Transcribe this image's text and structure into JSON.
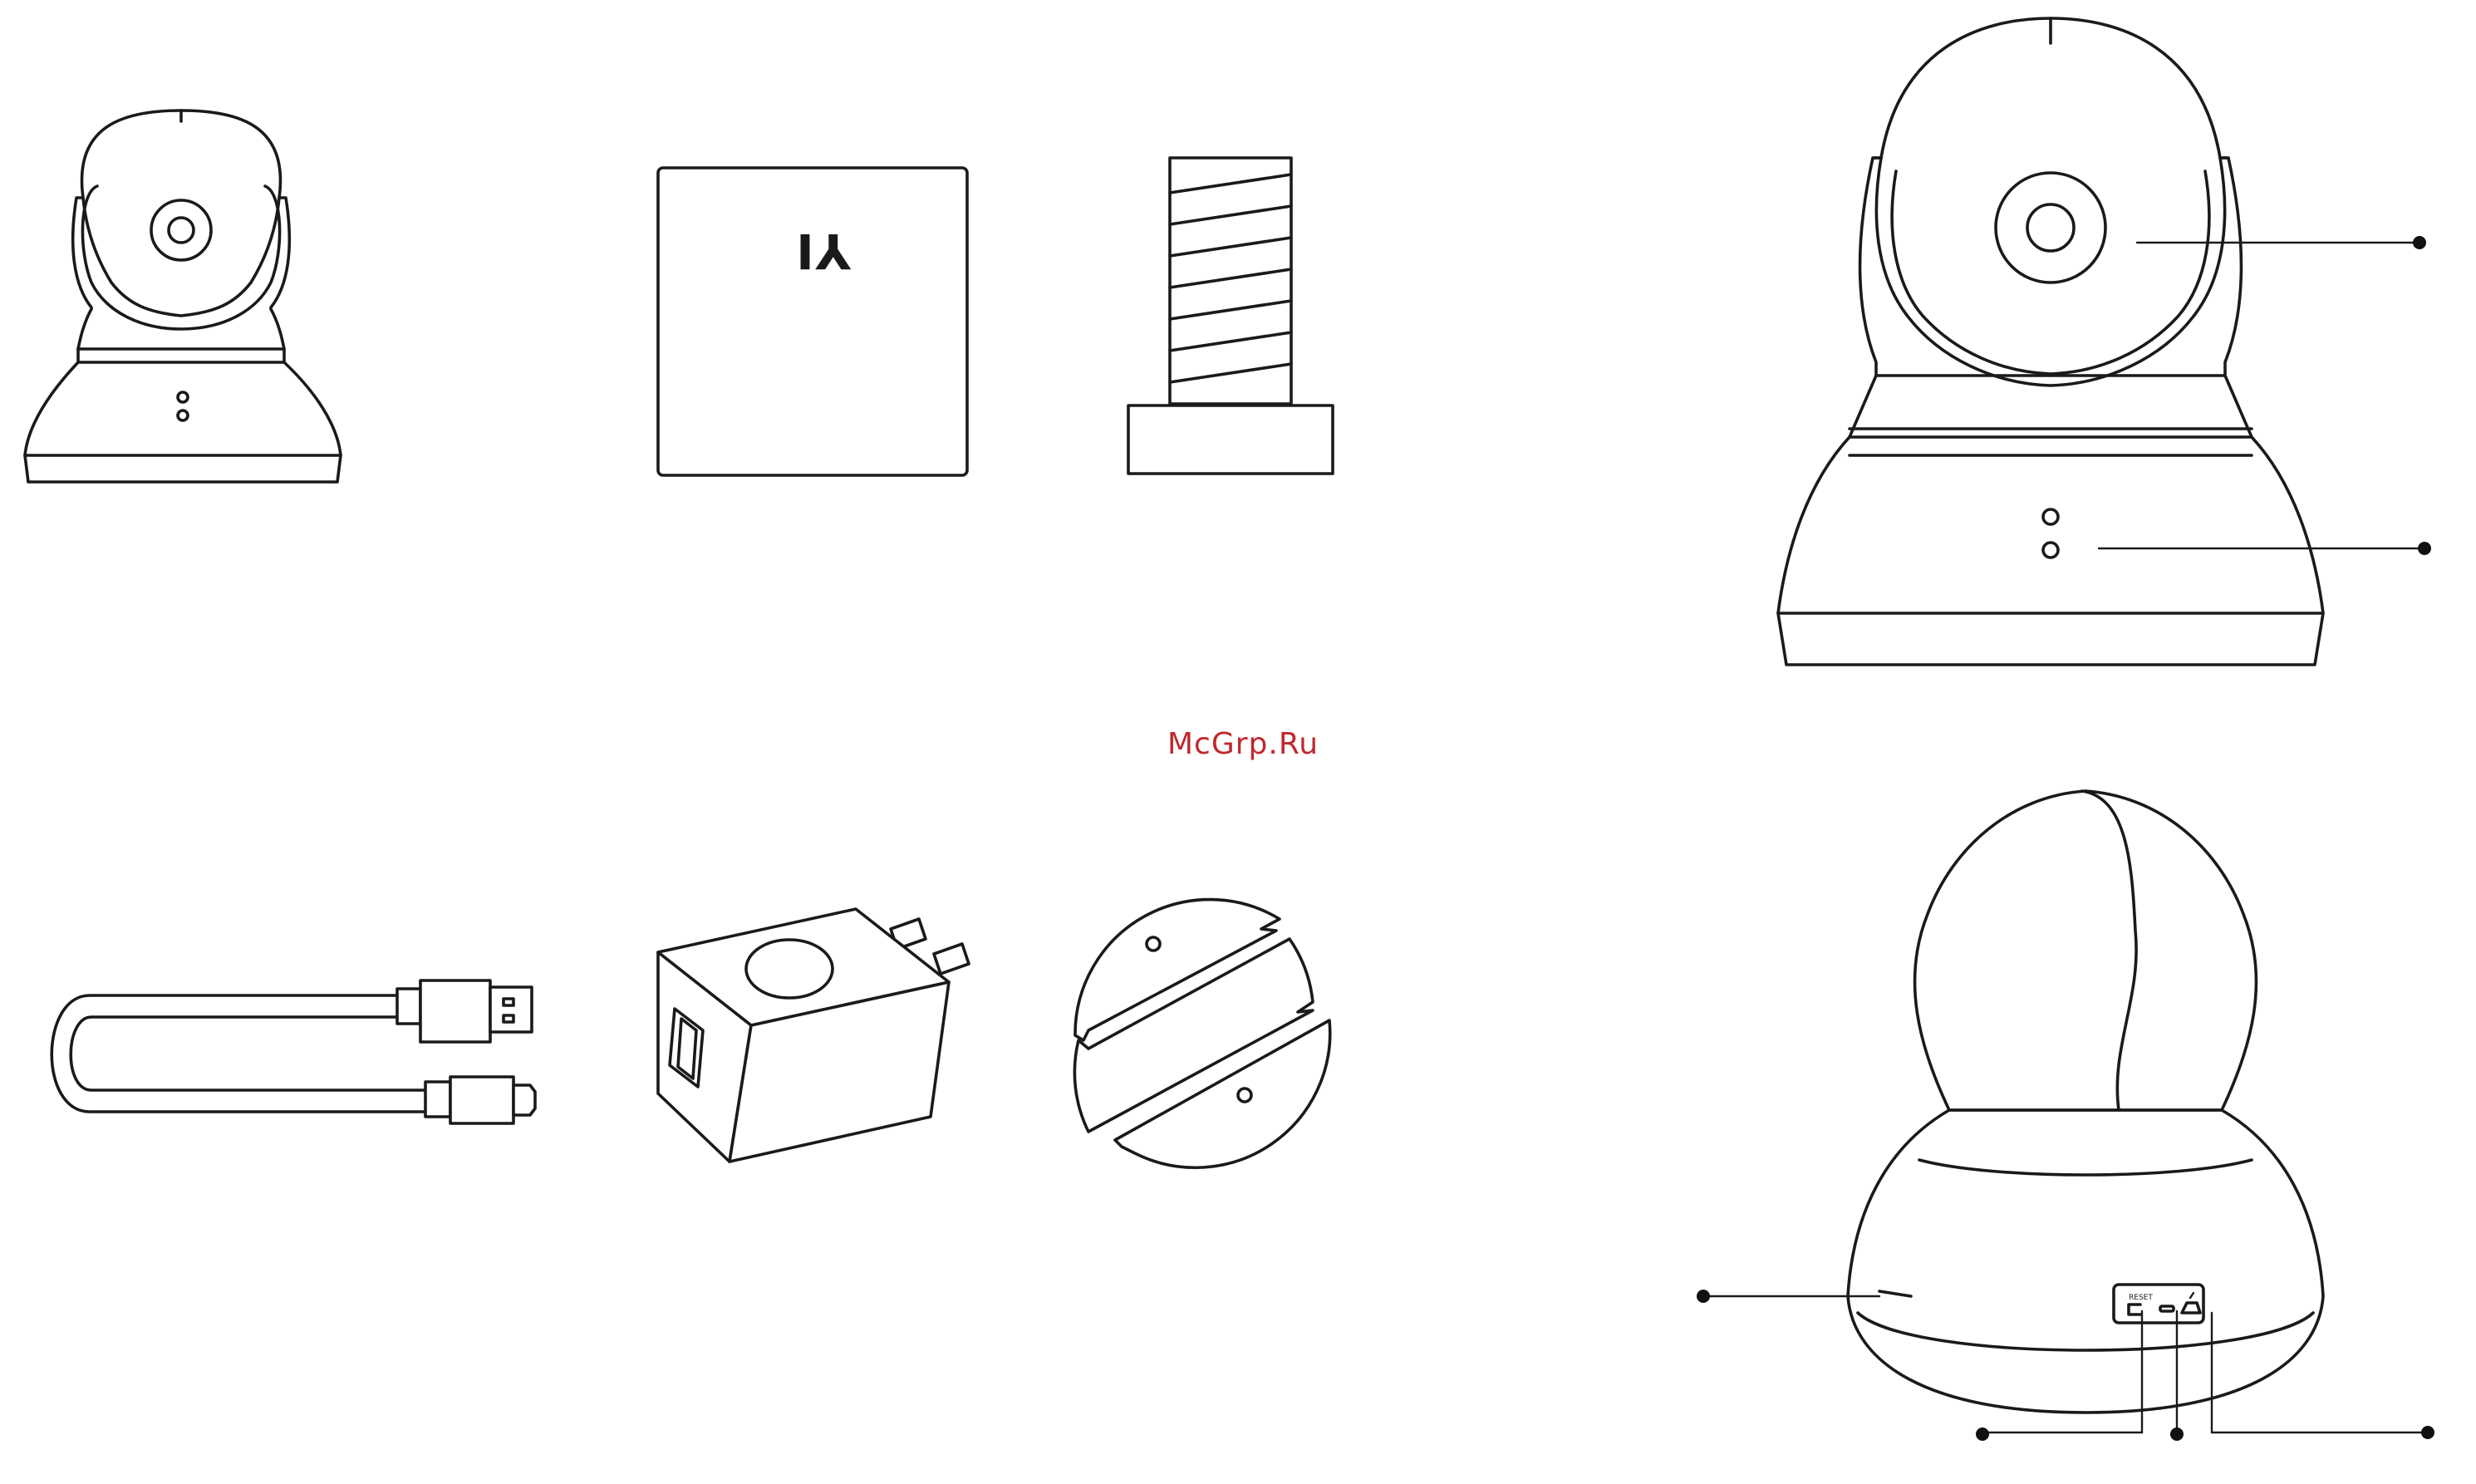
{
  "watermark": {
    "text": "McGrp.Ru",
    "color": "#c0282d"
  },
  "package_contents": {
    "product_logo": "YI",
    "items": [
      "camera",
      "product-box",
      "screw-anchor",
      "usb-cable",
      "power-adapter",
      "mounting-plate"
    ]
  },
  "rear_view": {
    "port_label": "RESET"
  },
  "colors": {
    "line": "#1a1a1a",
    "background": "#ffffff"
  }
}
